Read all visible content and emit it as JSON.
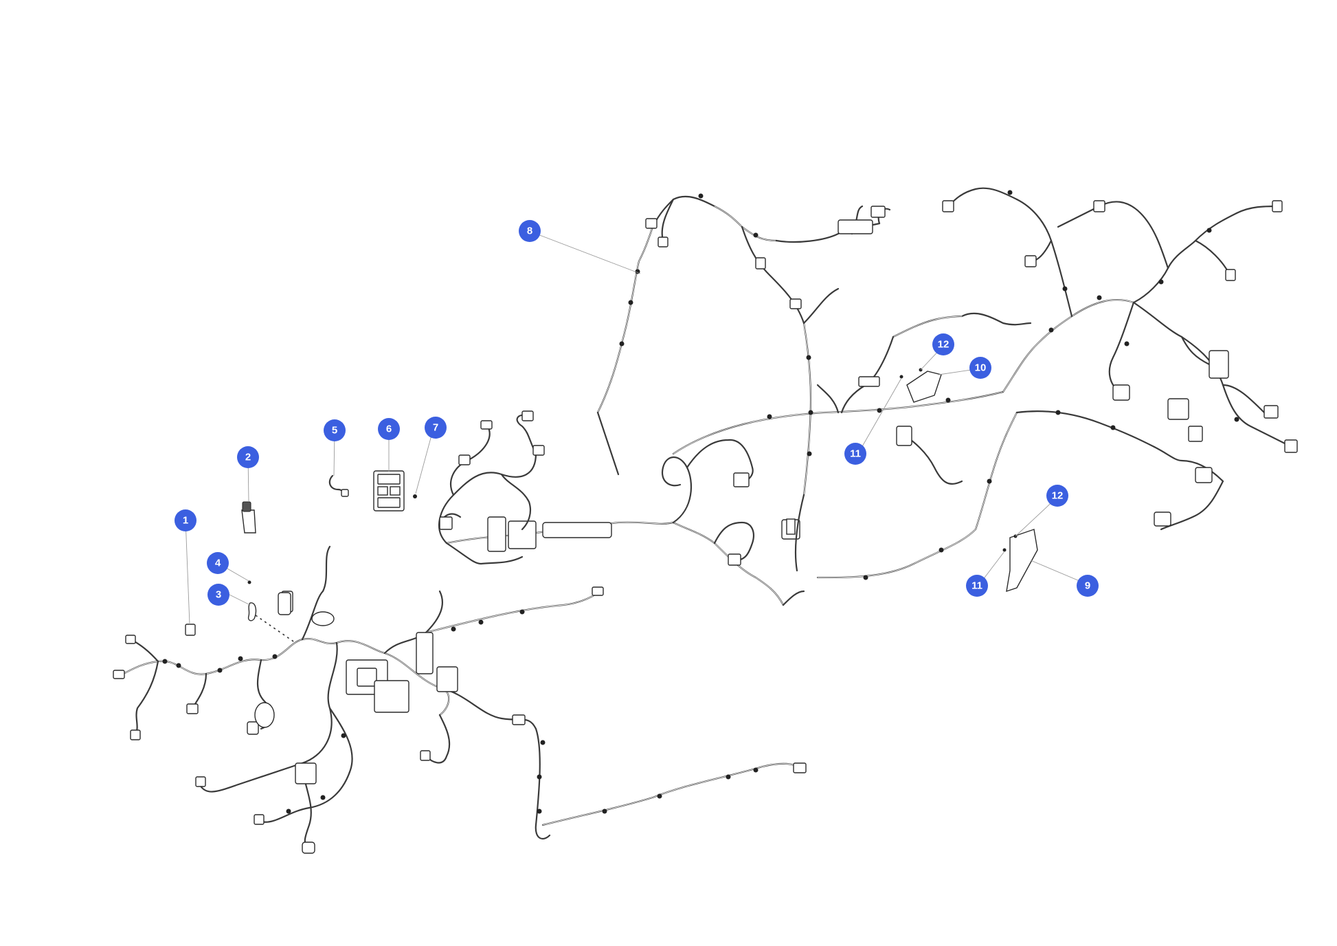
{
  "diagram": {
    "colors": {
      "callout": "#3b5fe0",
      "line": "#3a3a3a",
      "leader": "#9a9a9a",
      "background": "#ffffff"
    },
    "callouts": [
      {
        "id": "c1",
        "label": "1"
      },
      {
        "id": "c2",
        "label": "2"
      },
      {
        "id": "c3",
        "label": "3"
      },
      {
        "id": "c4",
        "label": "4"
      },
      {
        "id": "c5",
        "label": "5"
      },
      {
        "id": "c6",
        "label": "6"
      },
      {
        "id": "c7",
        "label": "7"
      },
      {
        "id": "c8",
        "label": "8"
      },
      {
        "id": "c9",
        "label": "9"
      },
      {
        "id": "c10",
        "label": "10"
      },
      {
        "id": "c11a",
        "label": "11"
      },
      {
        "id": "c11b",
        "label": "11"
      },
      {
        "id": "c12a",
        "label": "12"
      },
      {
        "id": "c12b",
        "label": "12"
      }
    ]
  }
}
